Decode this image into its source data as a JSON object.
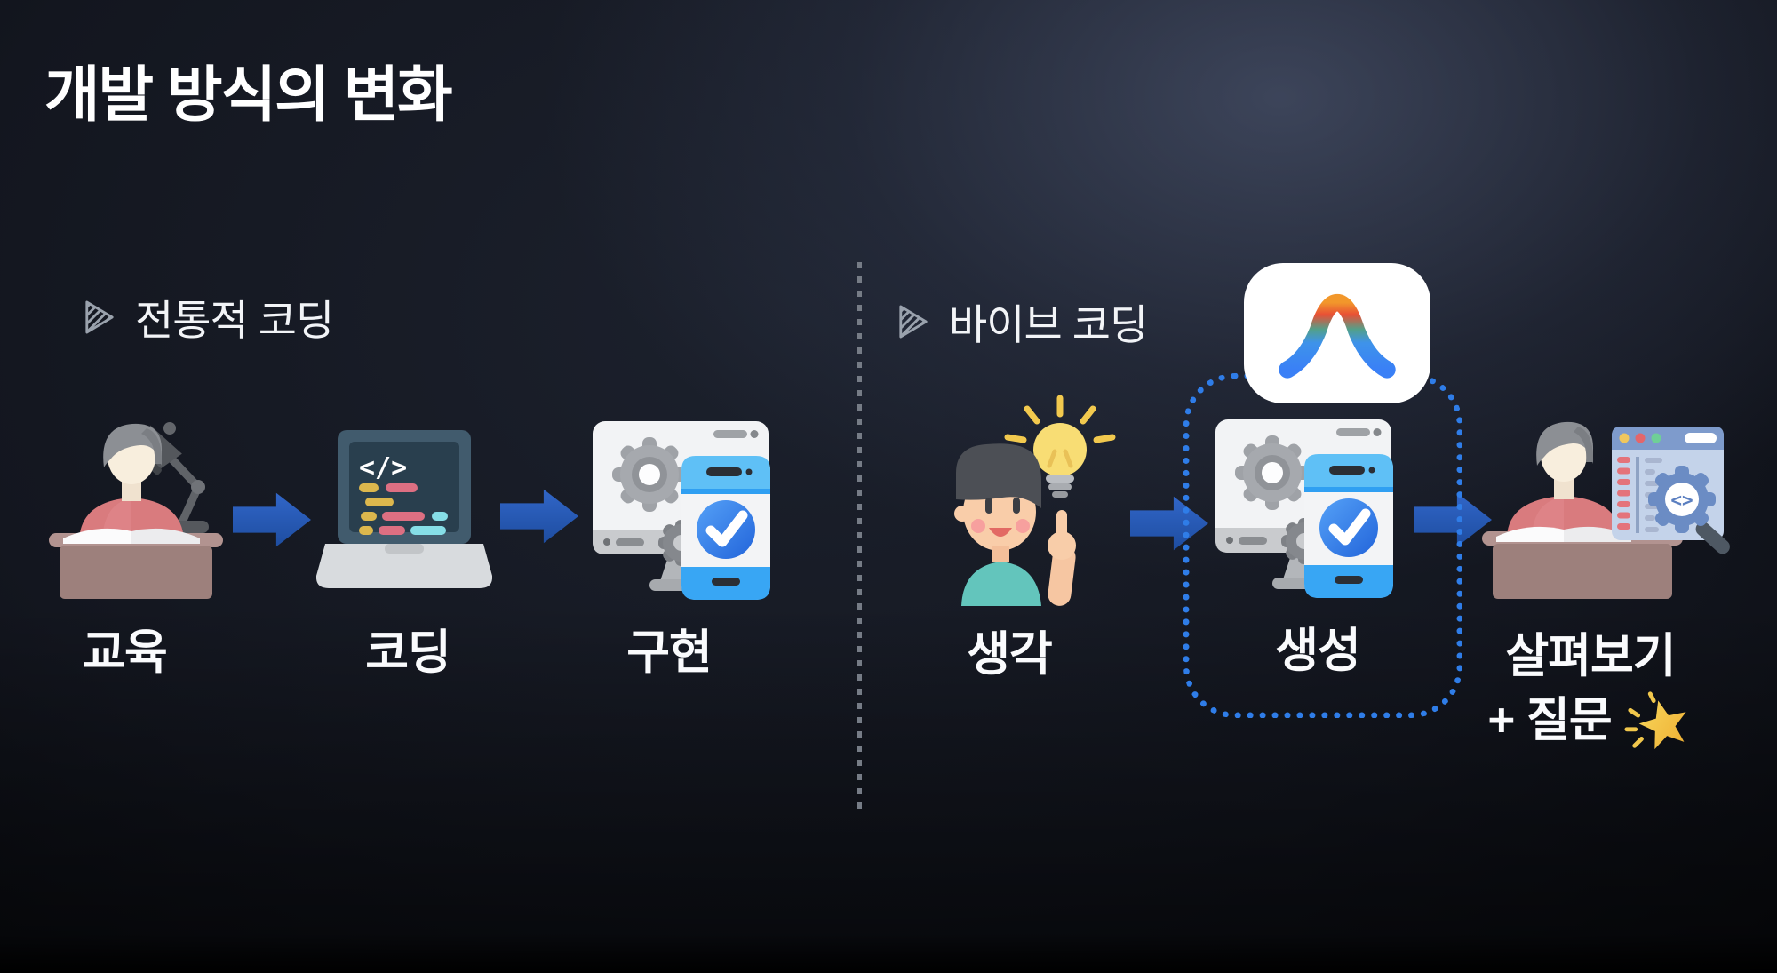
{
  "slide": {
    "title": "개발 방식의 변화",
    "left": {
      "header": "전통적 코딩",
      "steps": [
        {
          "icon": "person-studying-at-desk",
          "label": "교육"
        },
        {
          "icon": "laptop-code",
          "label": "코딩"
        },
        {
          "icon": "monitor-gears-phone-check",
          "label": "구현"
        }
      ]
    },
    "right": {
      "header": "바이브 코딩",
      "app_icon": "arc-gradient-app-icon",
      "steps": [
        {
          "icon": "person-idea-lightbulb",
          "label": "생각"
        },
        {
          "icon": "monitor-gears-phone-check",
          "label": "생성",
          "highlighted": true
        },
        {
          "icon": "person-reviewing-browser-code",
          "label": "살펴보기",
          "label2": "+ 질문",
          "emoji": "sparkle-star"
        }
      ]
    }
  },
  "glyphs": {
    "code_tag": "</>",
    "gear_code": "<>"
  },
  "colors": {
    "background": "#11141d",
    "title_text": "#ffffff",
    "arrow_blue": "#2a5cb4",
    "dashed_border": "#2f7de8",
    "divider_dot": "#767c86",
    "app_icon_bg": "#ffffff",
    "check_blue": "#2e7ef2",
    "phone_cap_blue": "#3aa7f4"
  }
}
